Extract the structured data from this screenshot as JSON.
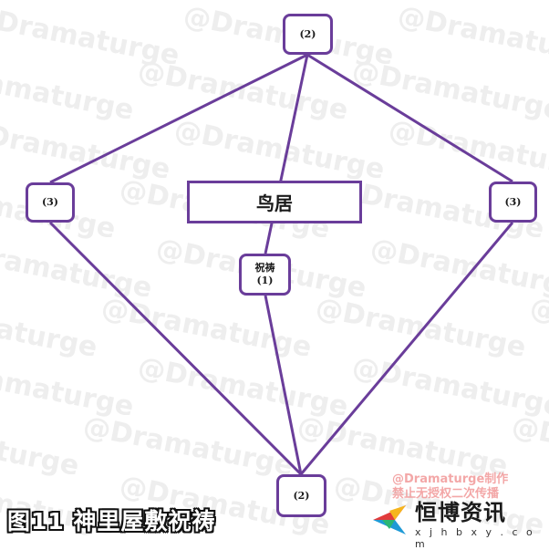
{
  "watermark": "@Dramaturge",
  "colors": {
    "edge": "#6a3d9a",
    "node_border": "#6a3d9a",
    "caption_outline": "#111111"
  },
  "diagram": {
    "nodes": [
      {
        "id": "top",
        "text": "(2)"
      },
      {
        "id": "left",
        "text": "(3)"
      },
      {
        "id": "right",
        "text": "(3)"
      },
      {
        "id": "prayer",
        "line1": "祝祷",
        "line2": "(1)"
      },
      {
        "id": "bottom",
        "text": "(2)"
      }
    ],
    "torii_label": "鸟居",
    "edges": [
      [
        "top",
        "left"
      ],
      [
        "top",
        "right"
      ],
      [
        "top",
        "prayer"
      ],
      [
        "left",
        "bottom"
      ],
      [
        "right",
        "bottom"
      ],
      [
        "prayer",
        "bottom"
      ]
    ]
  },
  "caption": "图11 神里屋敷祝祷",
  "credit": {
    "line1": "@Dramaturge制作",
    "line2": "禁止无授权二次传播"
  },
  "logo": {
    "icon": "colorful-play-logo-icon",
    "name": "恒博资讯",
    "domain": "x j h b x y . c o m"
  }
}
